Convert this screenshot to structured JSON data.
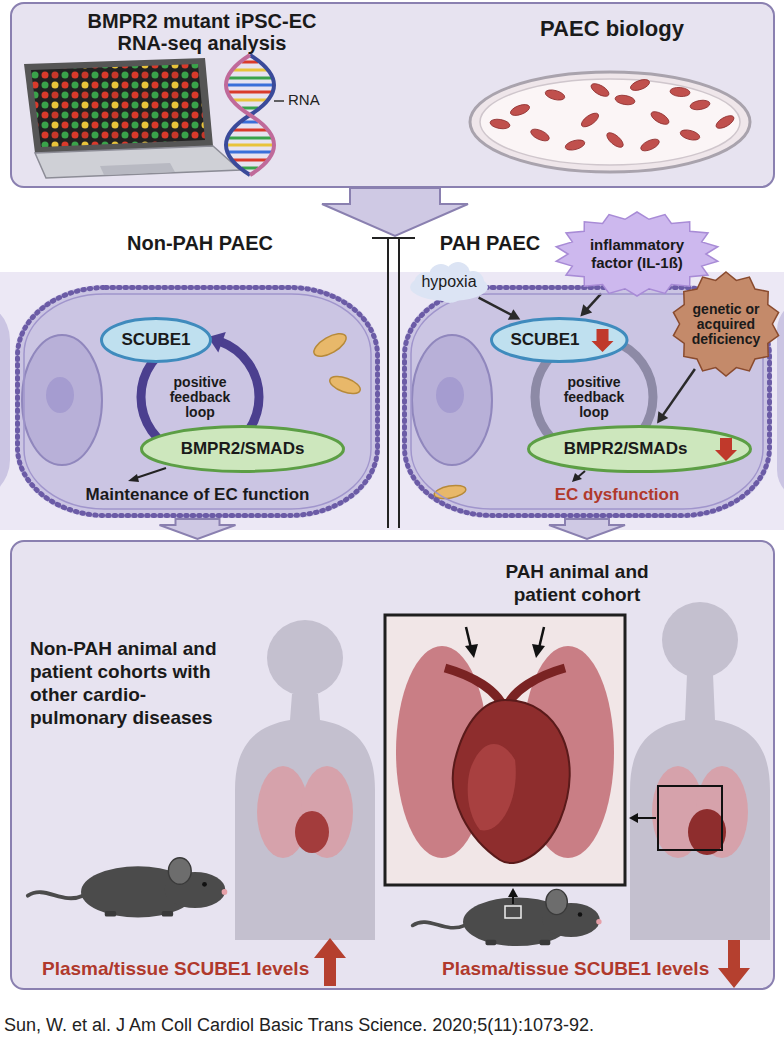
{
  "diagram": {
    "caption": "Sun, W. et al. J Am Coll Cardiol Basic Trans Science. 2020;5(11):1073-92.",
    "nodes": [
      {
        "text": [
          "BMPR2 mutant iPSC-EC RNA-seq analysis",
          "PAEC biology"
        ]
      },
      {
        "text": [
          "Non-PAH PAEC",
          "Maintenance of EC function"
        ]
      },
      {
        "text": [
          "SCUBE1"
        ],
        "in": 1
      },
      {
        "text": [
          "positive feedback loop"
        ],
        "in": 1
      },
      {
        "text": [
          "BMPR2/SMADs"
        ],
        "in": 1
      },
      {
        "text": [
          "hypoxia"
        ]
      },
      {
        "text": [
          "inflammatory factor (IL-1ß)"
        ]
      },
      {
        "text": [
          "PAH PAEC",
          "EC dysfunction"
        ]
      },
      {
        "text": [
          "SCUBE1"
        ],
        "in": 7
      },
      {
        "text": [
          "positive feedback loop"
        ],
        "in": 7
      },
      {
        "text": [
          "BMPR2/SMADs"
        ],
        "in": 7
      },
      {
        "text": [
          "genetic or acquired deficiency"
        ]
      },
      {
        "text": [
          "Non-PAH animal and patient cohorts with other cardio-pulmonary diseases",
          "Plasma/tissue SCUBE1 levels",
          "PAH animal and patient cohort",
          "Plasma/tissue SCUBE1 levels"
        ]
      }
    ],
    "edges": [
      {
        "from": 5,
        "to": 8,
        "arrow": "to"
      },
      {
        "from": 6,
        "to": 8,
        "arrow": "to"
      },
      {
        "from": 11,
        "to": 10,
        "arrow": "to"
      },
      {
        "from": 1,
        "to": 12,
        "arrow": "to"
      },
      {
        "from": 7,
        "to": 12,
        "arrow": "to"
      }
    ],
    "labels": [
      "RNA"
    ]
  }
}
